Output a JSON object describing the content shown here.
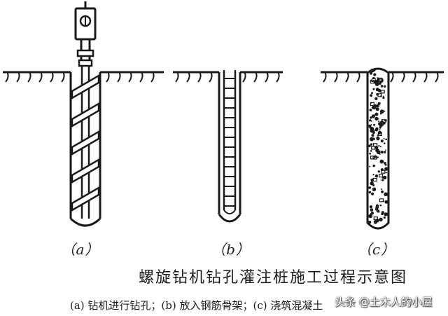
{
  "panels": [
    {
      "label": "（a）",
      "stage": "钻机进行钻孔"
    },
    {
      "label": "（b）",
      "stage": "放入钢筋骨架"
    },
    {
      "label": "（c）",
      "stage": "浇筑混凝土"
    }
  ],
  "title": "螺旋钻机钻孔灌注桩施工过程示意图",
  "caption": "(a)  钻机进行钻孔；(b)  放入钢筋骨架；(c)  浇筑混凝土",
  "watermark": "头条 @土木人的小屋",
  "colors": {
    "line": "#1a1a1a",
    "ground": "#1a1a1a",
    "background": "#ffffff"
  },
  "icons": [
    "drill-motor-icon",
    "auger-flight-icon",
    "rebar-cage-icon",
    "concrete-fill-icon",
    "ground-hatch-icon"
  ]
}
